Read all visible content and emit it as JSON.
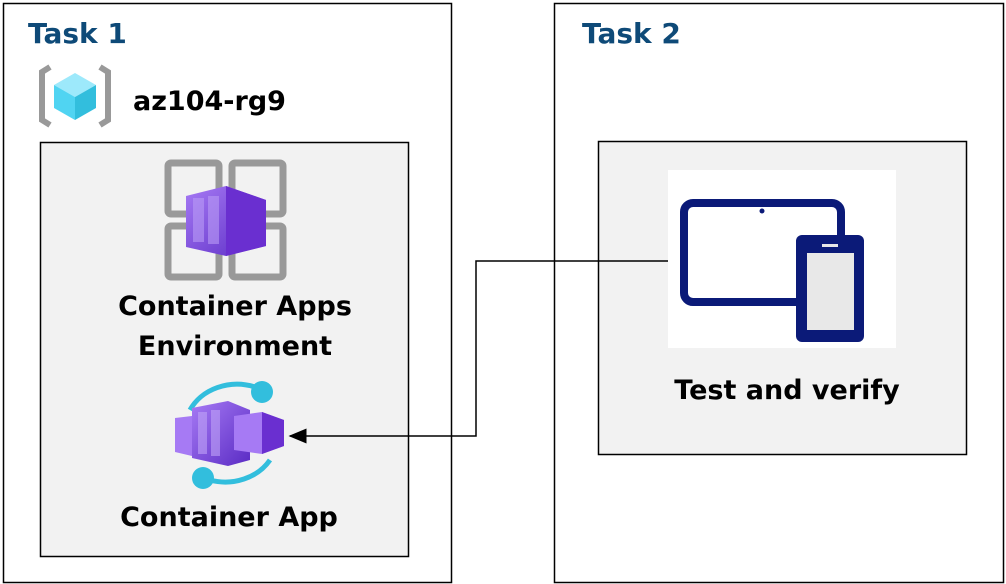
{
  "task1": {
    "title": "Task 1",
    "resource_group": {
      "name": "az104-rg9",
      "icon": "resource-group-icon"
    },
    "environment": {
      "line1": "Container Apps",
      "line2": "Environment",
      "icon": "container-apps-environment-icon"
    },
    "app": {
      "label": "Container App",
      "icon": "container-app-icon"
    }
  },
  "task2": {
    "title": "Task 2",
    "test": {
      "label": "Test and verify",
      "icon": "devices-icon"
    }
  },
  "colors": {
    "title": "#0e4a78",
    "panel": "#f2f2f2",
    "purple": "#7b3fe4",
    "cyan": "#32bedd",
    "navy": "#0b1a78"
  }
}
